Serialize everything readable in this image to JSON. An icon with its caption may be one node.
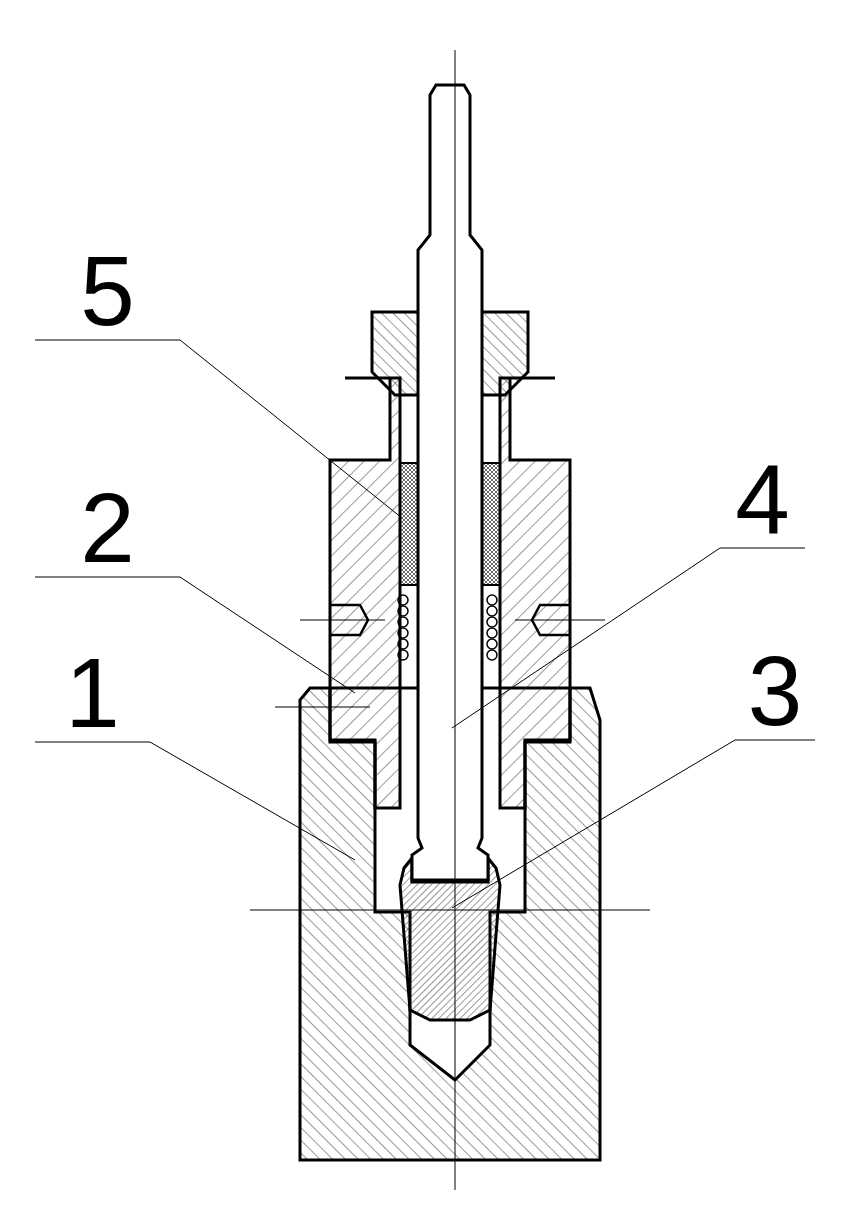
{
  "diagram": {
    "nodes": [
      {
        "text": [
          "5"
        ]
      },
      {
        "text": [],
        "shape": "picture",
        "in": 3
      },
      {
        "text": [
          "2"
        ]
      },
      {
        "text": [],
        "shape": "picture"
      },
      {
        "text": [
          "1"
        ]
      },
      {
        "text": [],
        "shape": "picture"
      },
      {
        "text": [
          "4"
        ]
      },
      {
        "text": [],
        "shape": "picture"
      },
      {
        "text": [
          "3"
        ]
      },
      {
        "text": [],
        "shape": "picture",
        "in": 5
      }
    ],
    "edges": [
      {
        "from": 0,
        "to": 1,
        "arrow": "none"
      },
      {
        "from": 2,
        "to": 3,
        "arrow": "none"
      },
      {
        "from": 4,
        "to": 5,
        "arrow": "none"
      },
      {
        "from": 6,
        "to": 7,
        "arrow": "none"
      },
      {
        "from": 8,
        "to": 9,
        "arrow": "none"
      }
    ]
  }
}
